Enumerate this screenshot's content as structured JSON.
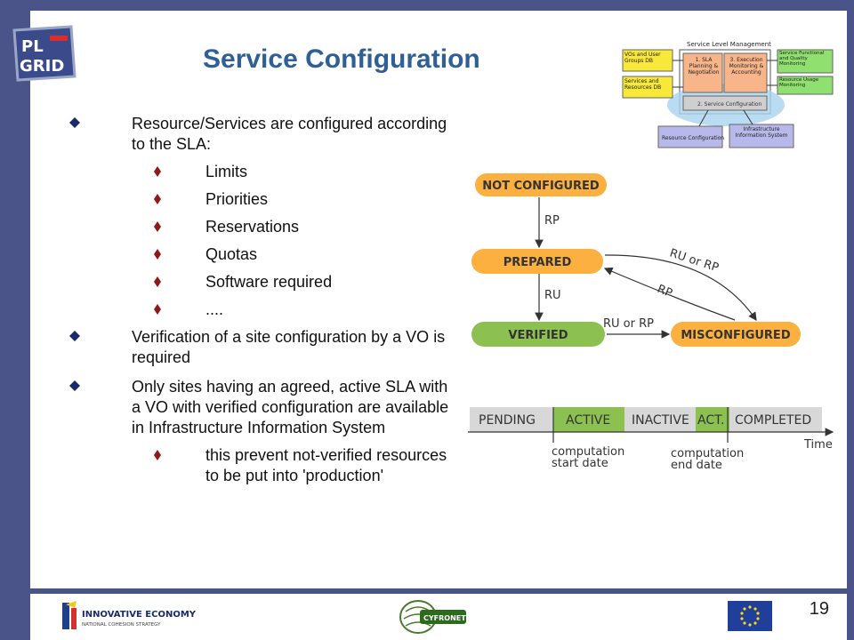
{
  "title": "Service Configuration",
  "logo": {
    "line1": "PL",
    "line2": "GRID"
  },
  "bullets": [
    {
      "text": "Resource/Services are configured according to the SLA:",
      "sub": [
        "Limits",
        "Priorities",
        "Reservations",
        "Quotas",
        "Software required",
        "...."
      ]
    },
    {
      "text": "Verification of a site configuration by a VO is required",
      "sub": []
    },
    {
      "text": "Only sites having an agreed, active SLA with a VO with verified configuration are available in Infrastructure Information System",
      "sub": [
        "this prevent not-verified resources to be put into 'production'"
      ]
    }
  ],
  "slm": {
    "title": "Service Level Management",
    "vos_db": "VOs and User Groups DB",
    "services_db": "Services and Resources DB",
    "sla_planning": "1. SLA Planning & Negotiation",
    "execution": "3. Execution Monitoring & Accounting",
    "service_config": "2. Service Configuration",
    "functional_mon": "Service Functional and Quality Monitoring",
    "usage_mon": "Resource Usage Monitoring",
    "resource_config": "Resource Configuration",
    "infra_info": "Infrastructure Information System"
  },
  "states": {
    "not_configured": "NOT CONFIGURED",
    "prepared": "PREPARED",
    "verified": "VERIFIED",
    "misconfigured": "MISCONFIGURED",
    "rp": "RP",
    "ru": "RU",
    "ru_or_rp_top": "RU or RP",
    "rp_curve": "RP",
    "ru_or_rp_bottom": "RU or RP"
  },
  "timeline": {
    "pending": "PENDING",
    "active": "ACTIVE",
    "inactive": "INACTIVE",
    "act": "ACT.",
    "completed": "COMPLETED",
    "time": "Time",
    "start_line1": "computation",
    "start_line2": "start date",
    "end_line1": "computation",
    "end_line2": "end date"
  },
  "footer": {
    "ie_line1": "INNOVATIVE ECONOMY",
    "ie_line2": "NATIONAL COHESION STRATEGY",
    "cyfronet": "CYFRONET",
    "page": "19"
  },
  "colors": {
    "orange": "#fbb040",
    "green": "#8cc152",
    "title": "#2e5f96",
    "frame": "#4a5488"
  }
}
